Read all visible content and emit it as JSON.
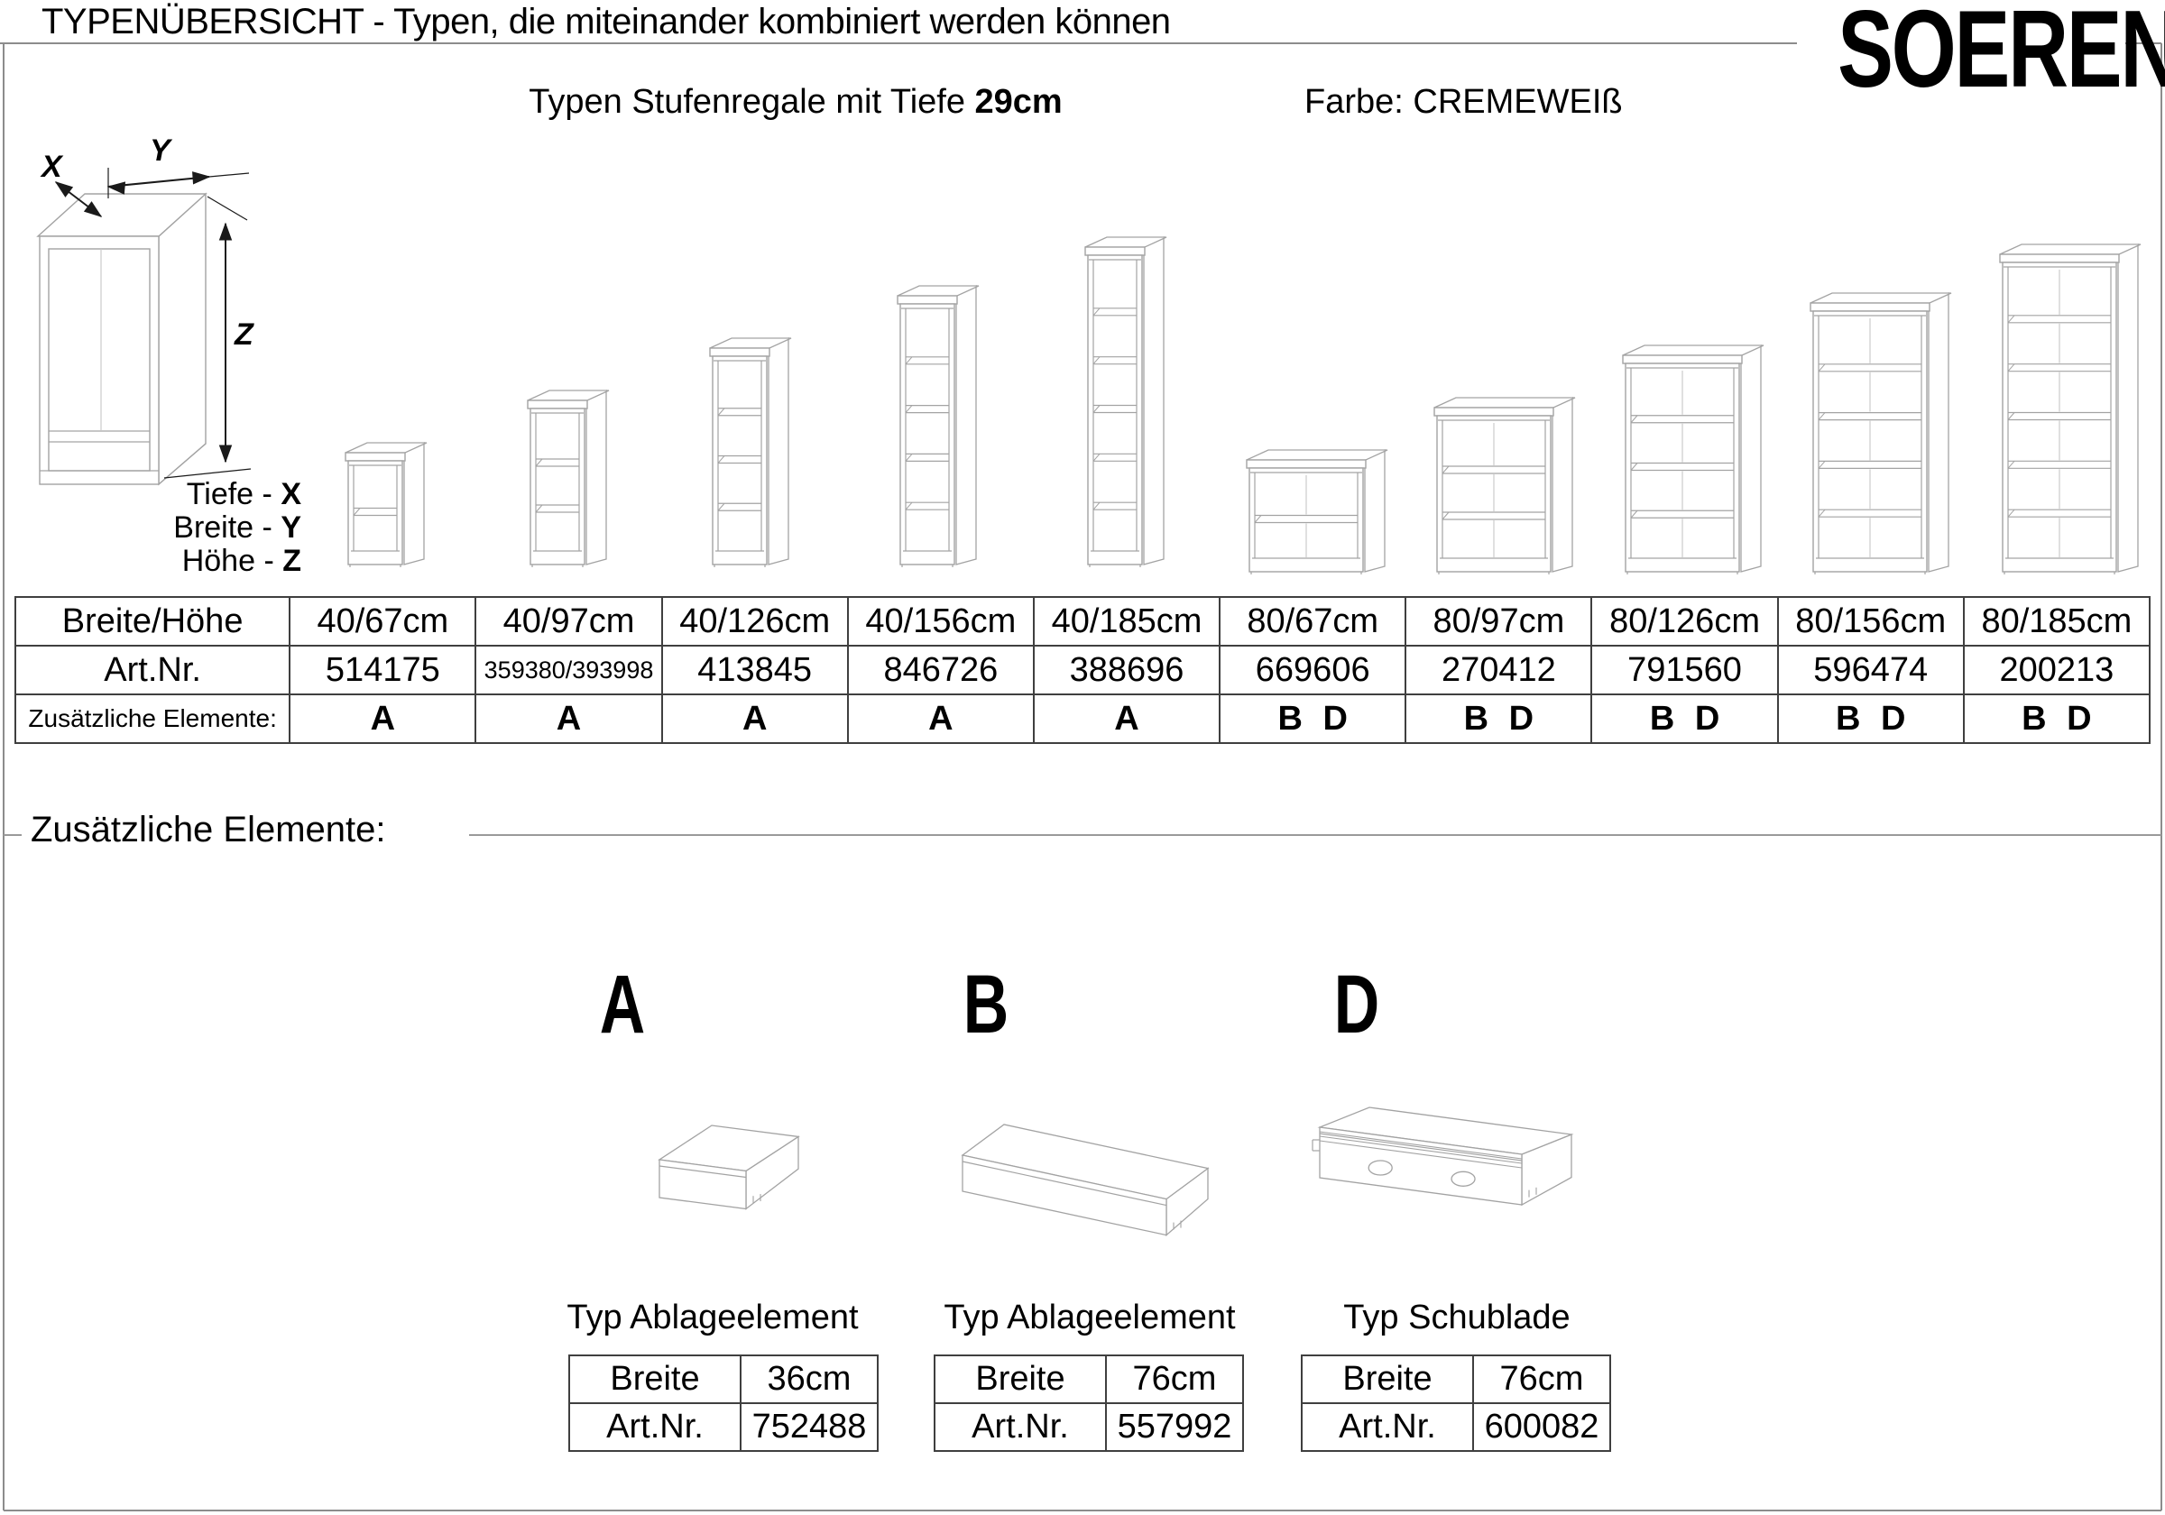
{
  "header": {
    "title": "TYPENÜBERSICHT - Typen, die miteinander kombiniert werden können",
    "brand": "SOEREN",
    "subtitle_prefix": "Typen Stufenregale mit Tiefe ",
    "subtitle_depth": "29cm",
    "color_label": "Farbe: CREMEWEIß"
  },
  "dimension_key": {
    "labels": [
      {
        "text": "Tiefe - ",
        "axis": "X"
      },
      {
        "text": "Breite - ",
        "axis": "Y"
      },
      {
        "text": "Höhe - ",
        "axis": "Z"
      }
    ],
    "diagram_axes": [
      "X",
      "Y",
      "Z"
    ]
  },
  "main_table": {
    "row_headers": [
      "Breite/Höhe",
      "Art.Nr.",
      "Zusätzliche Elemente:"
    ],
    "columns": [
      {
        "size": "40/67cm",
        "art": "514175",
        "elements": "A"
      },
      {
        "size": "40/97cm",
        "art": "359380/393998",
        "elements": "A"
      },
      {
        "size": "40/126cm",
        "art": "413845",
        "elements": "A"
      },
      {
        "size": "40/156cm",
        "art": "846726",
        "elements": "A"
      },
      {
        "size": "40/185cm",
        "art": "388696",
        "elements": "A"
      },
      {
        "size": "80/67cm",
        "art": "669606",
        "elements": "B D"
      },
      {
        "size": "80/97cm",
        "art": "270412",
        "elements": "B D"
      },
      {
        "size": "80/126cm",
        "art": "791560",
        "elements": "B D"
      },
      {
        "size": "80/156cm",
        "art": "596474",
        "elements": "B D"
      },
      {
        "size": "80/185cm",
        "art": "200213",
        "elements": "B D"
      }
    ]
  },
  "elements_section": {
    "heading": "Zusätzliche Elemente:",
    "items": [
      {
        "letter": "A",
        "type_label": "Typ Ablageelement",
        "breite_label": "Breite",
        "breite_value": "36cm",
        "art_label": "Art.Nr.",
        "art_value": "752488"
      },
      {
        "letter": "B",
        "type_label": "Typ Ablageelement",
        "breite_label": "Breite",
        "breite_value": "76cm",
        "art_label": "Art.Nr.",
        "art_value": "557992"
      },
      {
        "letter": "D",
        "type_label": "Typ Schublade",
        "breite_label": "Breite",
        "breite_value": "76cm",
        "art_label": "Art.Nr.",
        "art_value": "600082"
      }
    ]
  }
}
